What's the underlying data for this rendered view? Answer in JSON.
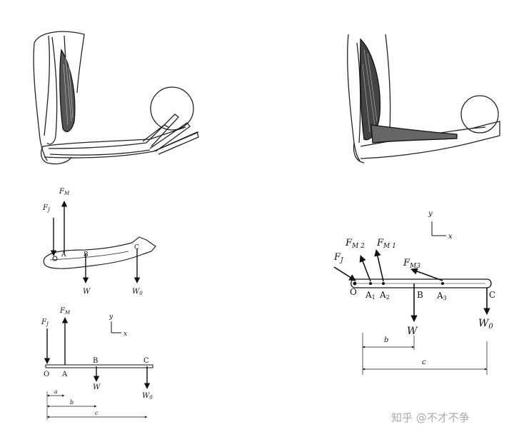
{
  "watermark": "知乎 @不才不争",
  "diagram_top_left": {
    "force_labels": {
      "fm": "F",
      "fm_sub": "M",
      "fj": "F",
      "fj_sub": "J",
      "w": "W",
      "w0": "W",
      "w0_sub": "0"
    },
    "points": {
      "a": "A",
      "b": "B",
      "c": "C"
    }
  },
  "diagram_bottom_left": {
    "force_labels": {
      "fm": "F",
      "fm_sub": "M",
      "fj": "F",
      "fj_sub": "J",
      "w": "W",
      "w0": "W",
      "w0_sub": "0"
    },
    "points": {
      "o": "O",
      "a": "A",
      "b": "B",
      "c": "C"
    },
    "axes": {
      "y": "y",
      "x": "x"
    },
    "dims": {
      "a": "a",
      "b": "b",
      "c": "c"
    }
  },
  "diagram_right": {
    "force_labels": {
      "fj": "F",
      "fj_sub": "J",
      "fm2": "F",
      "fm2_sub": "M 2",
      "fm1": "F",
      "fm1_sub": "M 1",
      "fm3": "F",
      "fm3_sub": "M3",
      "w": "W",
      "w0": "W",
      "w0_sub": "0"
    },
    "points": {
      "o": "O",
      "a1": "A",
      "a1_sub": "1",
      "a2": "A",
      "a2_sub": "2",
      "b": "B",
      "a3": "A",
      "a3_sub": "3",
      "c": "C"
    },
    "axes": {
      "y": "y",
      "x": "x"
    },
    "dims": {
      "b": "b",
      "c": "c"
    }
  }
}
